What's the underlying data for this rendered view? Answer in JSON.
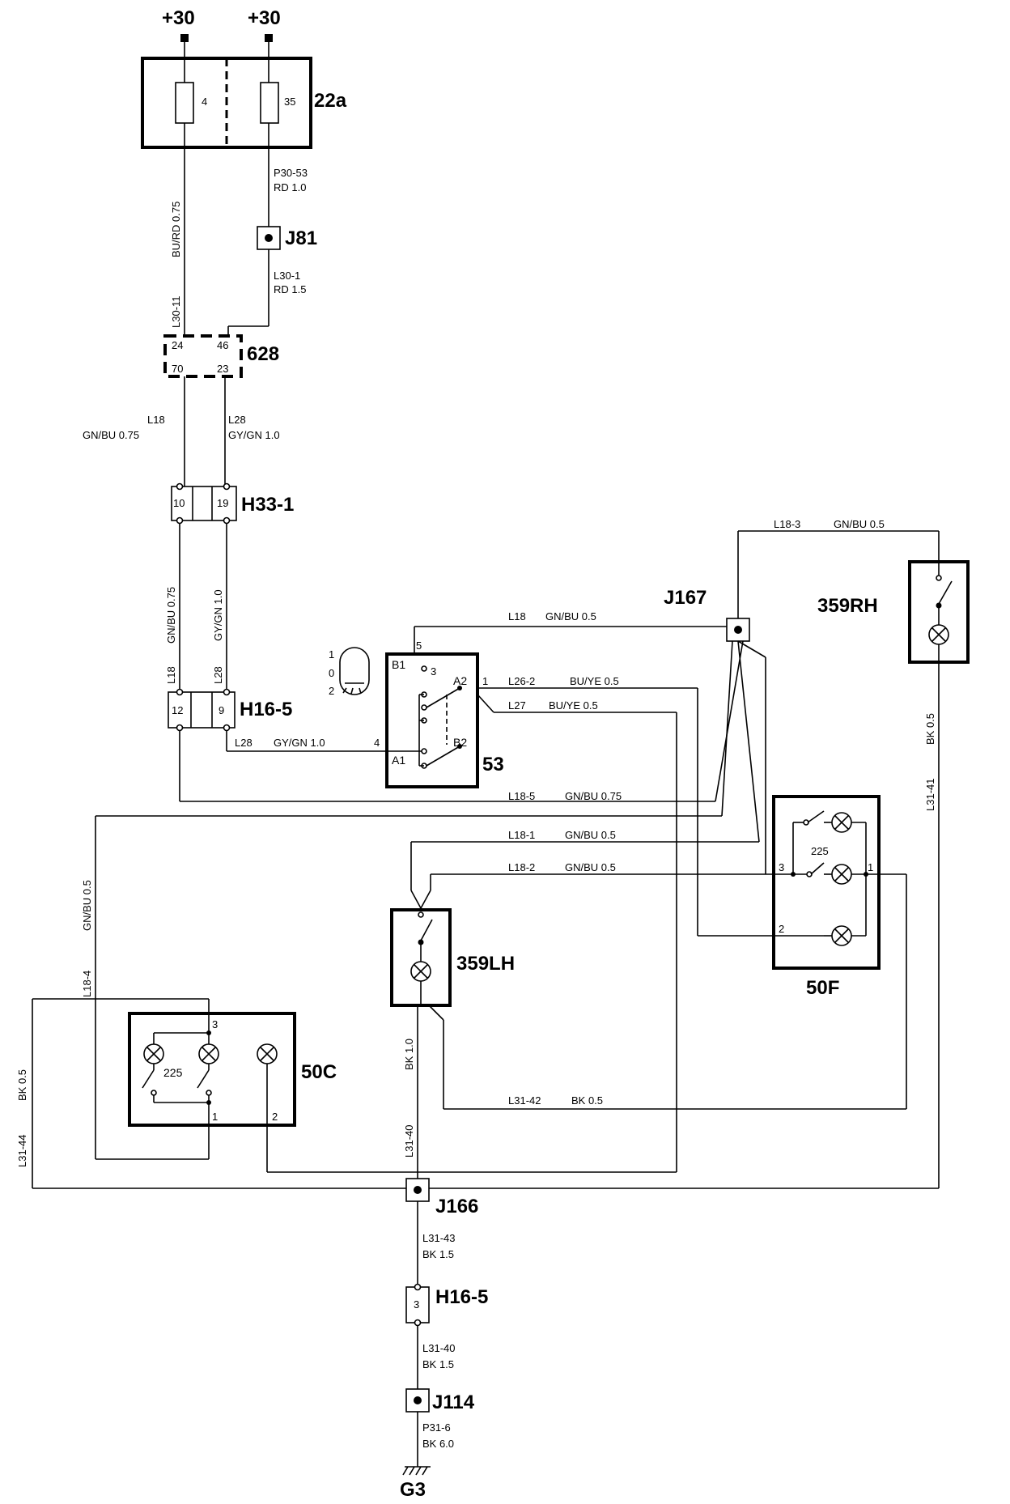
{
  "labels": {
    "supply_left": "+30",
    "supply_right": "+30",
    "fuse_box": "22a",
    "fuse_4": "4",
    "fuse_35": "35",
    "j81": "J81",
    "conn_628": "628",
    "p628_24": "24",
    "p628_46": "46",
    "p628_70": "70",
    "p628_23": "23",
    "h33": "H33-1",
    "h33_10": "10",
    "h33_19": "19",
    "h16_top": "H16-5",
    "h16_12": "12",
    "h16_9": "9",
    "switch_53": "53",
    "sw_b1": "B1",
    "sw_a2": "A2",
    "sw_a1": "A1",
    "sw_b2": "B2",
    "sw_5": "5",
    "sw_1": "1",
    "sw_4": "4",
    "sw_0": "0",
    "sw_2": "2",
    "sw_3": "3",
    "sym_1": "1",
    "sym_0": "0",
    "sym_2": "2",
    "j167": "J167",
    "lamp_359rh": "359RH",
    "lamp_359lh": "359LH",
    "lamp_50f": "50F",
    "lamp_50f_225": "225",
    "lamp_50f_p1": "1",
    "lamp_50f_p2": "2",
    "lamp_50f_p3": "3",
    "lamp_50c": "50C",
    "lamp_50c_225": "225",
    "lamp_50c_p1": "1",
    "lamp_50c_p2": "2",
    "lamp_50c_p3": "3",
    "j166": "J166",
    "h16_bottom": "H16-5",
    "h16_3": "3",
    "j114": "J114",
    "g3": "G3"
  },
  "wires": {
    "w_bu_rd": "BU/RD 0.75",
    "w_l30_11": "L30-11",
    "w_p30_53": "P30-53",
    "w_rd10": "RD 1.0",
    "w_l30_1": "L30-1",
    "w_rd15": "RD 1.5",
    "w_l18": "L18",
    "w_gnbu075": "GN/BU 0.75",
    "w_l28": "L28",
    "w_gygn10": "GY/GN 1.0",
    "w_l18_v": "L18",
    "w_gnbu075_v": "GN/BU 0.75",
    "w_l28_v": "L28",
    "w_gygn10_v": "GY/GN 1.0",
    "w_l28_h": "L28",
    "w_gygn10_h": "GY/GN 1.0",
    "w_l18_top": "L18",
    "w_l18_top_c": "GN/BU 0.5",
    "w_l18_3": "L18-3",
    "w_l18_3_c": "GN/BU 0.5",
    "w_l26_2": "L26-2",
    "w_l26_2_c": "BU/YE 0.5",
    "w_l27": "L27",
    "w_l27_c": "BU/YE 0.5",
    "w_l18_5": "L18-5",
    "w_l18_5_c": "GN/BU 0.75",
    "w_l18_1": "L18-1",
    "w_l18_1_c": "GN/BU 0.5",
    "w_l18_2": "L18-2",
    "w_l18_2_c": "GN/BU 0.5",
    "w_l18_4": "L18-4",
    "w_gnbu05_v": "GN/BU 0.5",
    "w_l31_41": "L31-41",
    "w_bk05_rh": "BK 0.5",
    "w_l31_42": "L31-42",
    "w_bk05_42": "BK 0.5",
    "w_l31_44": "L31-44",
    "w_bk05_44": "BK 0.5",
    "w_l31_40": "L31-40",
    "w_bk10": "BK 1.0",
    "w_l31_43": "L31-43",
    "w_bk15_a": "BK 1.5",
    "w_l31_40b": "L31-40",
    "w_bk15_b": "BK 1.5",
    "w_p31_6": "P31-6",
    "w_bk60": "BK 6.0"
  }
}
